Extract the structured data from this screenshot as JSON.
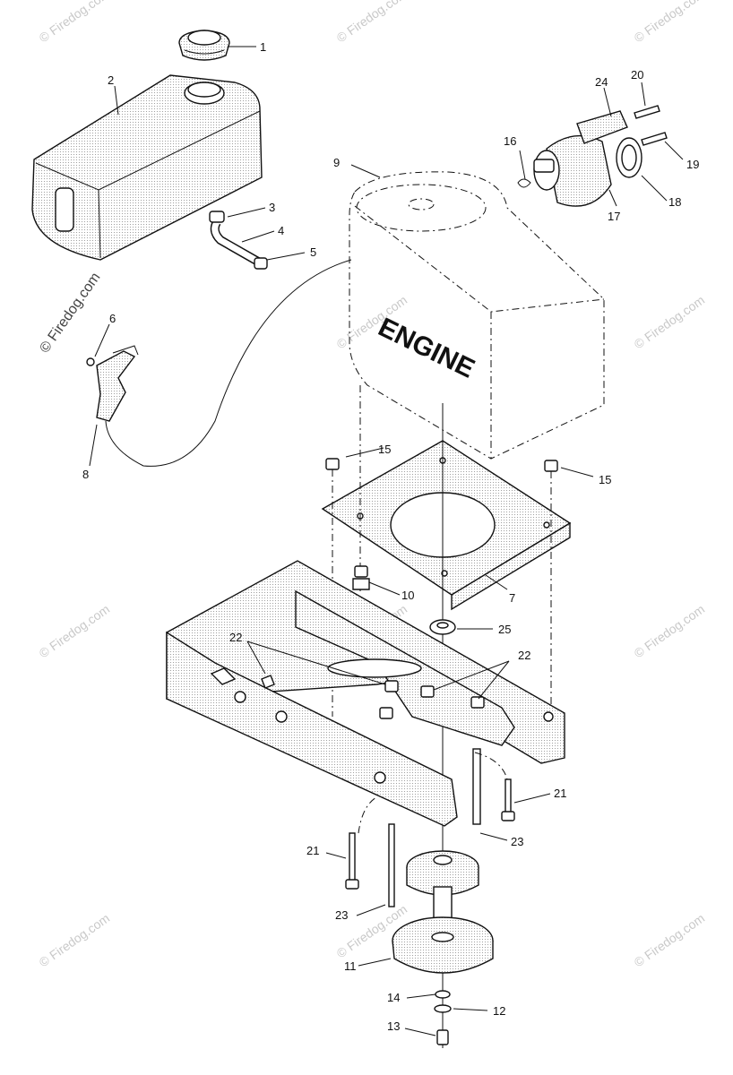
{
  "engine_label": "ENGINE",
  "watermark_text": "© Firedog.com",
  "callouts": [
    "1",
    "2",
    "3",
    "4",
    "5",
    "6",
    "7",
    "8",
    "9",
    "10",
    "11",
    "12",
    "13",
    "14",
    "15",
    "16",
    "17",
    "18",
    "19",
    "20",
    "21",
    "22",
    "23",
    "24",
    "25"
  ],
  "colors": {
    "line": "#111111",
    "watermark": "#c9c9c9",
    "background": "#ffffff"
  }
}
